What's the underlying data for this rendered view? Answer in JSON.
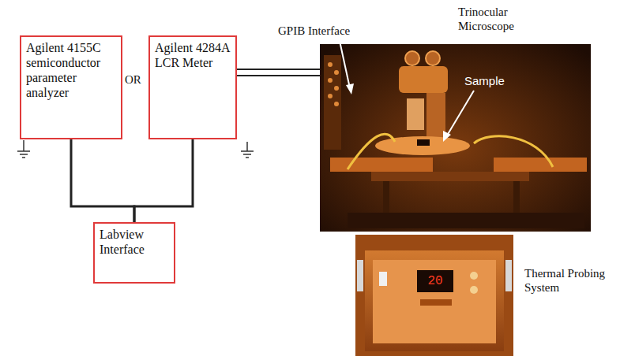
{
  "diagram": {
    "nodes": [
      {
        "text": [
          "Agilent 4155C semiconductor parameter analyzer"
        ]
      },
      {
        "text": [
          "Agilent 4284A LCR Meter"
        ]
      },
      {
        "text": [
          "Labview Interface"
        ]
      }
    ],
    "edges": [
      {
        "from": 0,
        "to": 2,
        "arrow": "none"
      },
      {
        "from": 1,
        "to": 2,
        "arrow": "none"
      }
    ],
    "labels": [
      "OR",
      "GPIB Interface",
      "Trinocular Microscope",
      "Sample",
      "20",
      "Thermal Probing System"
    ]
  }
}
